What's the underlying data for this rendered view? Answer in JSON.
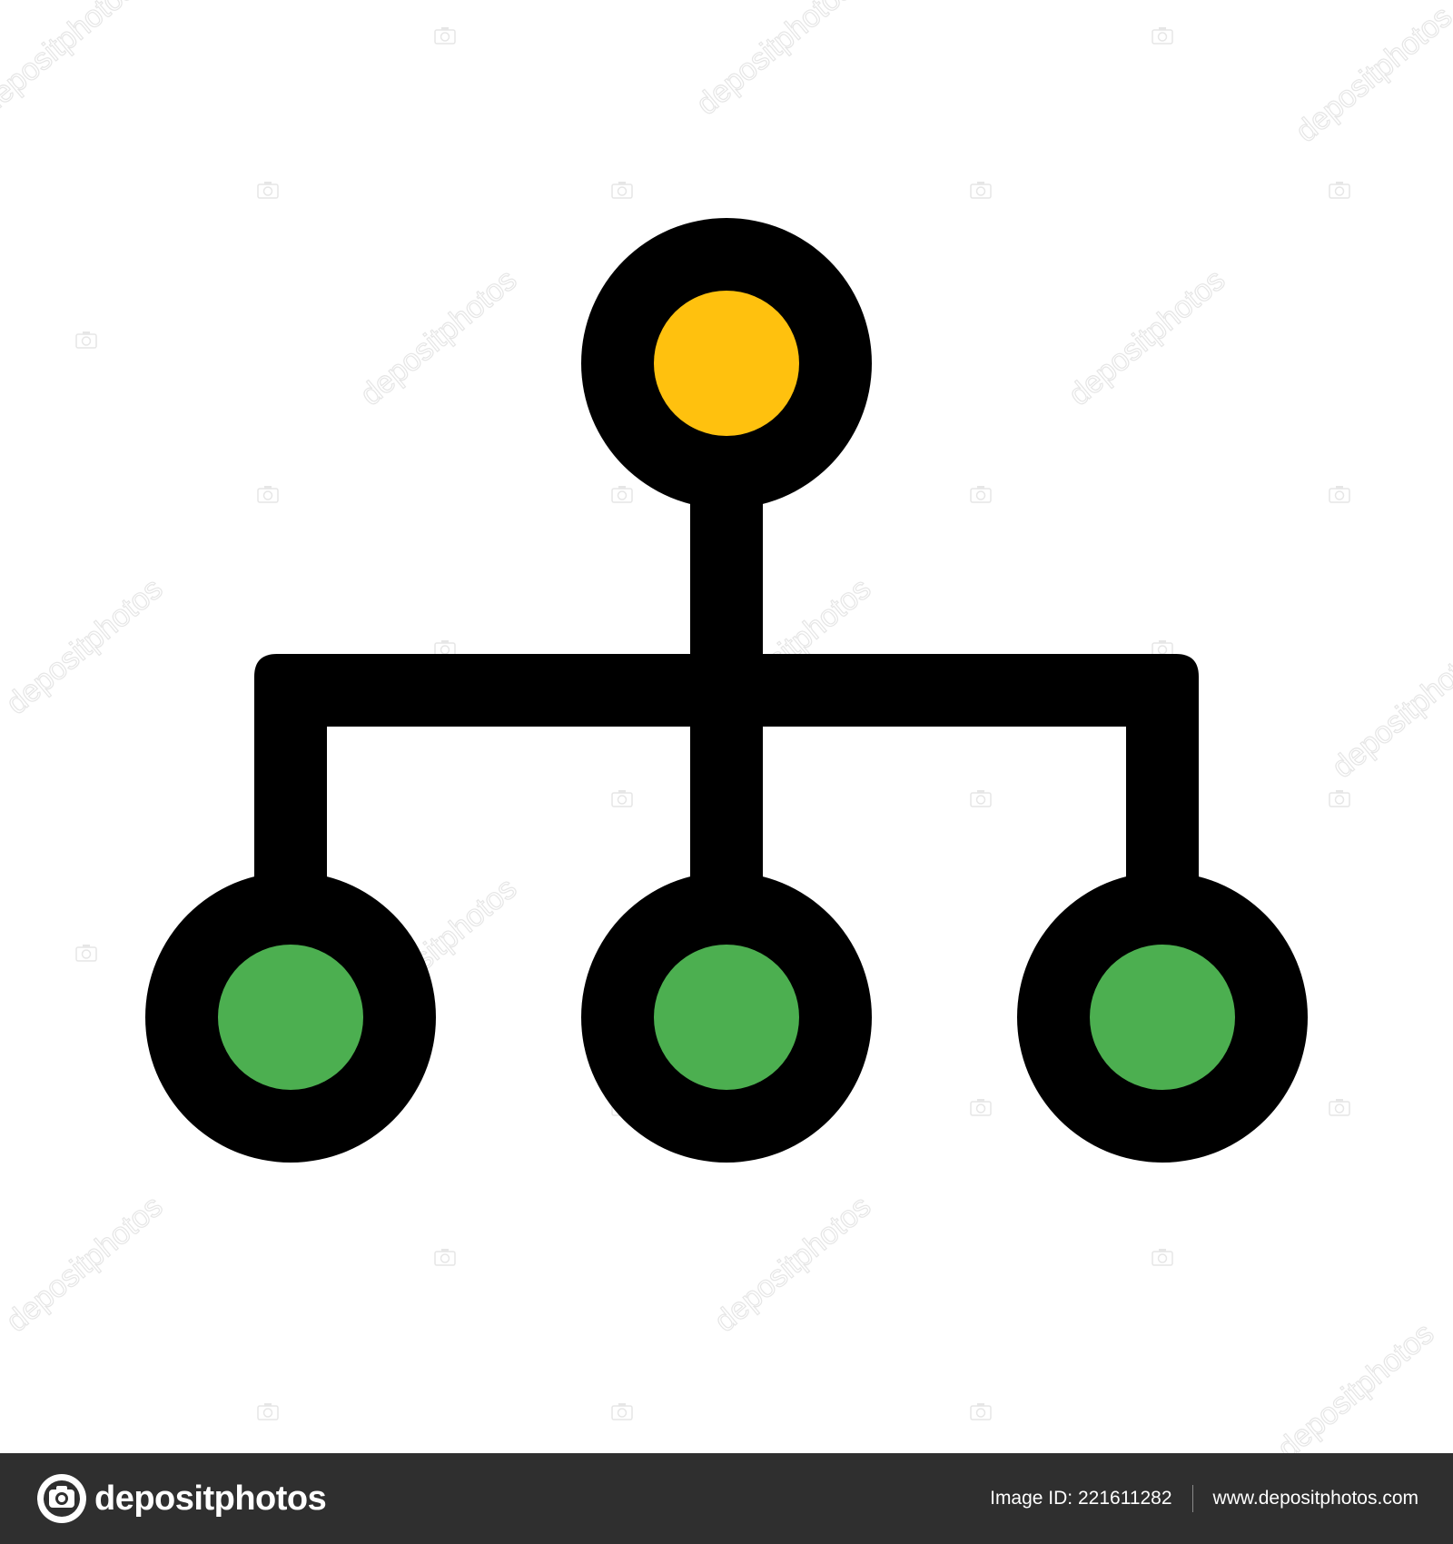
{
  "colors": {
    "background": "#ffffff",
    "outline": "#000000",
    "root_fill": "#ffc10e",
    "child_fill": "#4caf50",
    "footer_bg": "#2f2f2f",
    "footer_text": "#ffffff",
    "watermark": "#e6e6e6"
  },
  "diagram": {
    "nodes": [
      {
        "id": "root",
        "level": "root",
        "fill": "yellow"
      },
      {
        "id": "child-left",
        "level": "child",
        "fill": "green"
      },
      {
        "id": "child-center",
        "level": "child",
        "fill": "green"
      },
      {
        "id": "child-right",
        "level": "child",
        "fill": "green"
      }
    ],
    "edges": [
      {
        "from": "root",
        "to": "child-left"
      },
      {
        "from": "root",
        "to": "child-center"
      },
      {
        "from": "root",
        "to": "child-right"
      }
    ]
  },
  "watermark": {
    "text": "depositphotos",
    "icon": "camera-icon"
  },
  "footer": {
    "logo_text": "depositphotos",
    "logo_icon": "depositphotos-logo-icon",
    "image_id": "Image ID: 221611282",
    "url": "www.depositphotos.com"
  }
}
